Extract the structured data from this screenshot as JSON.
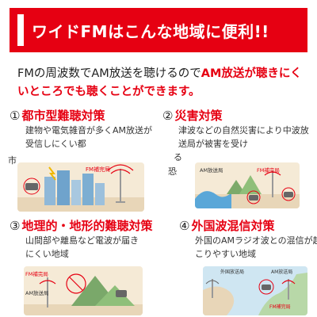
{
  "banner": {
    "title": "ワイドFMはこんな地域に便利!!"
  },
  "intro": {
    "text_normal": "FMの周波数でAM放送を聴けるので",
    "text_highlight": "AM放送が聴きにくいところでも聴くことができます。"
  },
  "sections": [
    {
      "number": "①",
      "title": "都市型難聴対策",
      "desc": "建物や電気雑音が多くAM放送が受信しにくい都",
      "desc_overflow": "市",
      "illus_label": "FM補完局"
    },
    {
      "number": "②",
      "title": "災害対策",
      "desc": "津波などの自然災害により中波放送局が被害を受け",
      "desc_overflow": "る",
      "desc_overflow2": "恐",
      "illus_label": "AM放送局",
      "illus_label2": "FM補完局"
    },
    {
      "number": "③",
      "title": "地理的・地形的難聴対策",
      "desc": "山間部や離島など電波が届きにくい地域",
      "illus_label": "FM補完局",
      "illus_label2": "AM放送局"
    },
    {
      "number": "④",
      "title": "外国波混信対策",
      "desc": "外国のAMラジオ波との混信が起こりやすい地域",
      "illus_label": "外国放送局",
      "illus_label2": "AM放送局",
      "illus_label3": "FM補完局"
    }
  ],
  "colors": {
    "accent": "#e60012",
    "illus_bg": "#f5ead6"
  }
}
